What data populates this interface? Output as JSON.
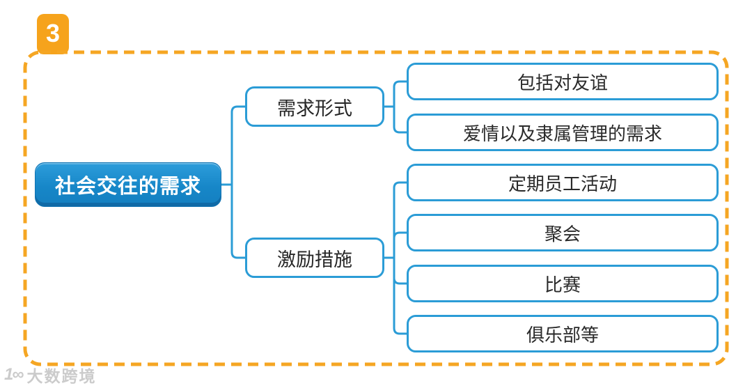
{
  "badge": {
    "number": "3"
  },
  "mindmap": {
    "root": {
      "label": "社会交往的需求"
    },
    "branches": [
      {
        "label": "需求形式",
        "children": [
          {
            "label": "包括对友谊"
          },
          {
            "label": "爱情以及隶属管理的需求"
          }
        ]
      },
      {
        "label": "激励措施",
        "children": [
          {
            "label": "定期员工活动"
          },
          {
            "label": "聚会"
          },
          {
            "label": "比赛"
          },
          {
            "label": "俱乐部等"
          }
        ]
      }
    ]
  },
  "watermark": {
    "logo_glyph": "1∞",
    "brand": "大数跨境"
  },
  "colors": {
    "frame_orange": "#F5A623",
    "badge_orange": "#F6A31C",
    "root_blue": "#1787C8",
    "line_blue": "#2B9CD6",
    "text_dark": "#2a2a2a"
  }
}
